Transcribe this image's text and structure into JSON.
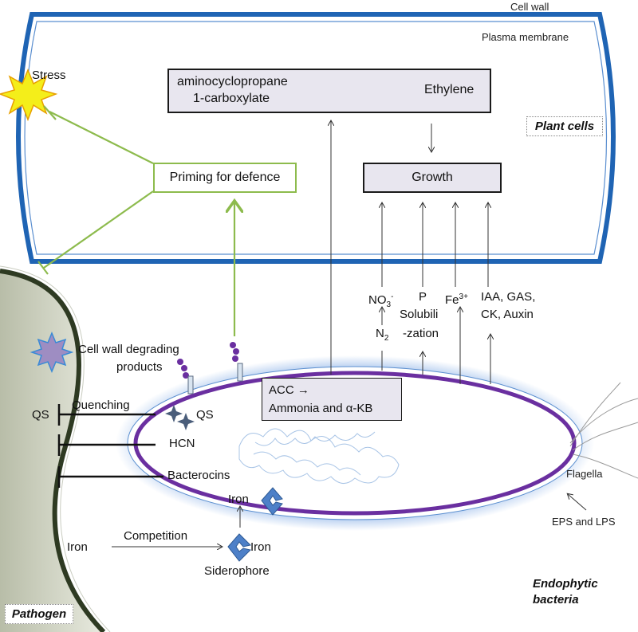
{
  "plant": {
    "cell_wall": "Cell wall",
    "plasma_membrane": "Plasma membrane",
    "acc_line1": "aminocyclopropane",
    "acc_line2": "1-carboxylate",
    "ethylene": "Ethylene",
    "growth": "Growth",
    "plant_cells": "Plant cells",
    "priming": "Priming for defence",
    "stress": "Stress"
  },
  "nutrients": {
    "no3": "NO",
    "no3_sub": "3",
    "no3_sup": "-",
    "n2": "N",
    "n2_sub": "2",
    "p": "P",
    "solubili": "Solubili",
    "zation": "-zation",
    "fe": "Fe",
    "fe_sup": "3+",
    "hormones_line1": "IAA, GAS,",
    "hormones_line2": "CK, Auxin"
  },
  "bacteria": {
    "acc": "ACC",
    "arrow_glyph": "→",
    "ammonia": "Ammonia and α-KB",
    "cell_wall_degrading_line1": "Cell wall degrading",
    "cell_wall_degrading_line2": "products",
    "qs_left": "QS",
    "quenching": "Quenching",
    "qs_right": "QS",
    "hcn": "HCN",
    "bacterocins": "Bacterocins",
    "iron_top": "Iron",
    "flagella": "Flagella",
    "eps_lps": "EPS and LPS",
    "competition": "Competition",
    "iron_left": "Iron",
    "iron_right": "Iron",
    "siderophore": "Siderophore",
    "endophytic_line1": "Endophytic",
    "endophytic_line2": "bacteria",
    "pathogen": "Pathogen"
  },
  "colors": {
    "cell_wall": "#1f64b4",
    "bacterium_membrane": "#6a2fa0",
    "bacterium_glow": "#8fb4e8",
    "priming_green": "#8dbb4d",
    "pathogen_wall": "#2e3a22",
    "blocked_cross": "#e01b24",
    "iron_blue": "#4d80c8",
    "stress_yellow": "#f4ee1a"
  }
}
